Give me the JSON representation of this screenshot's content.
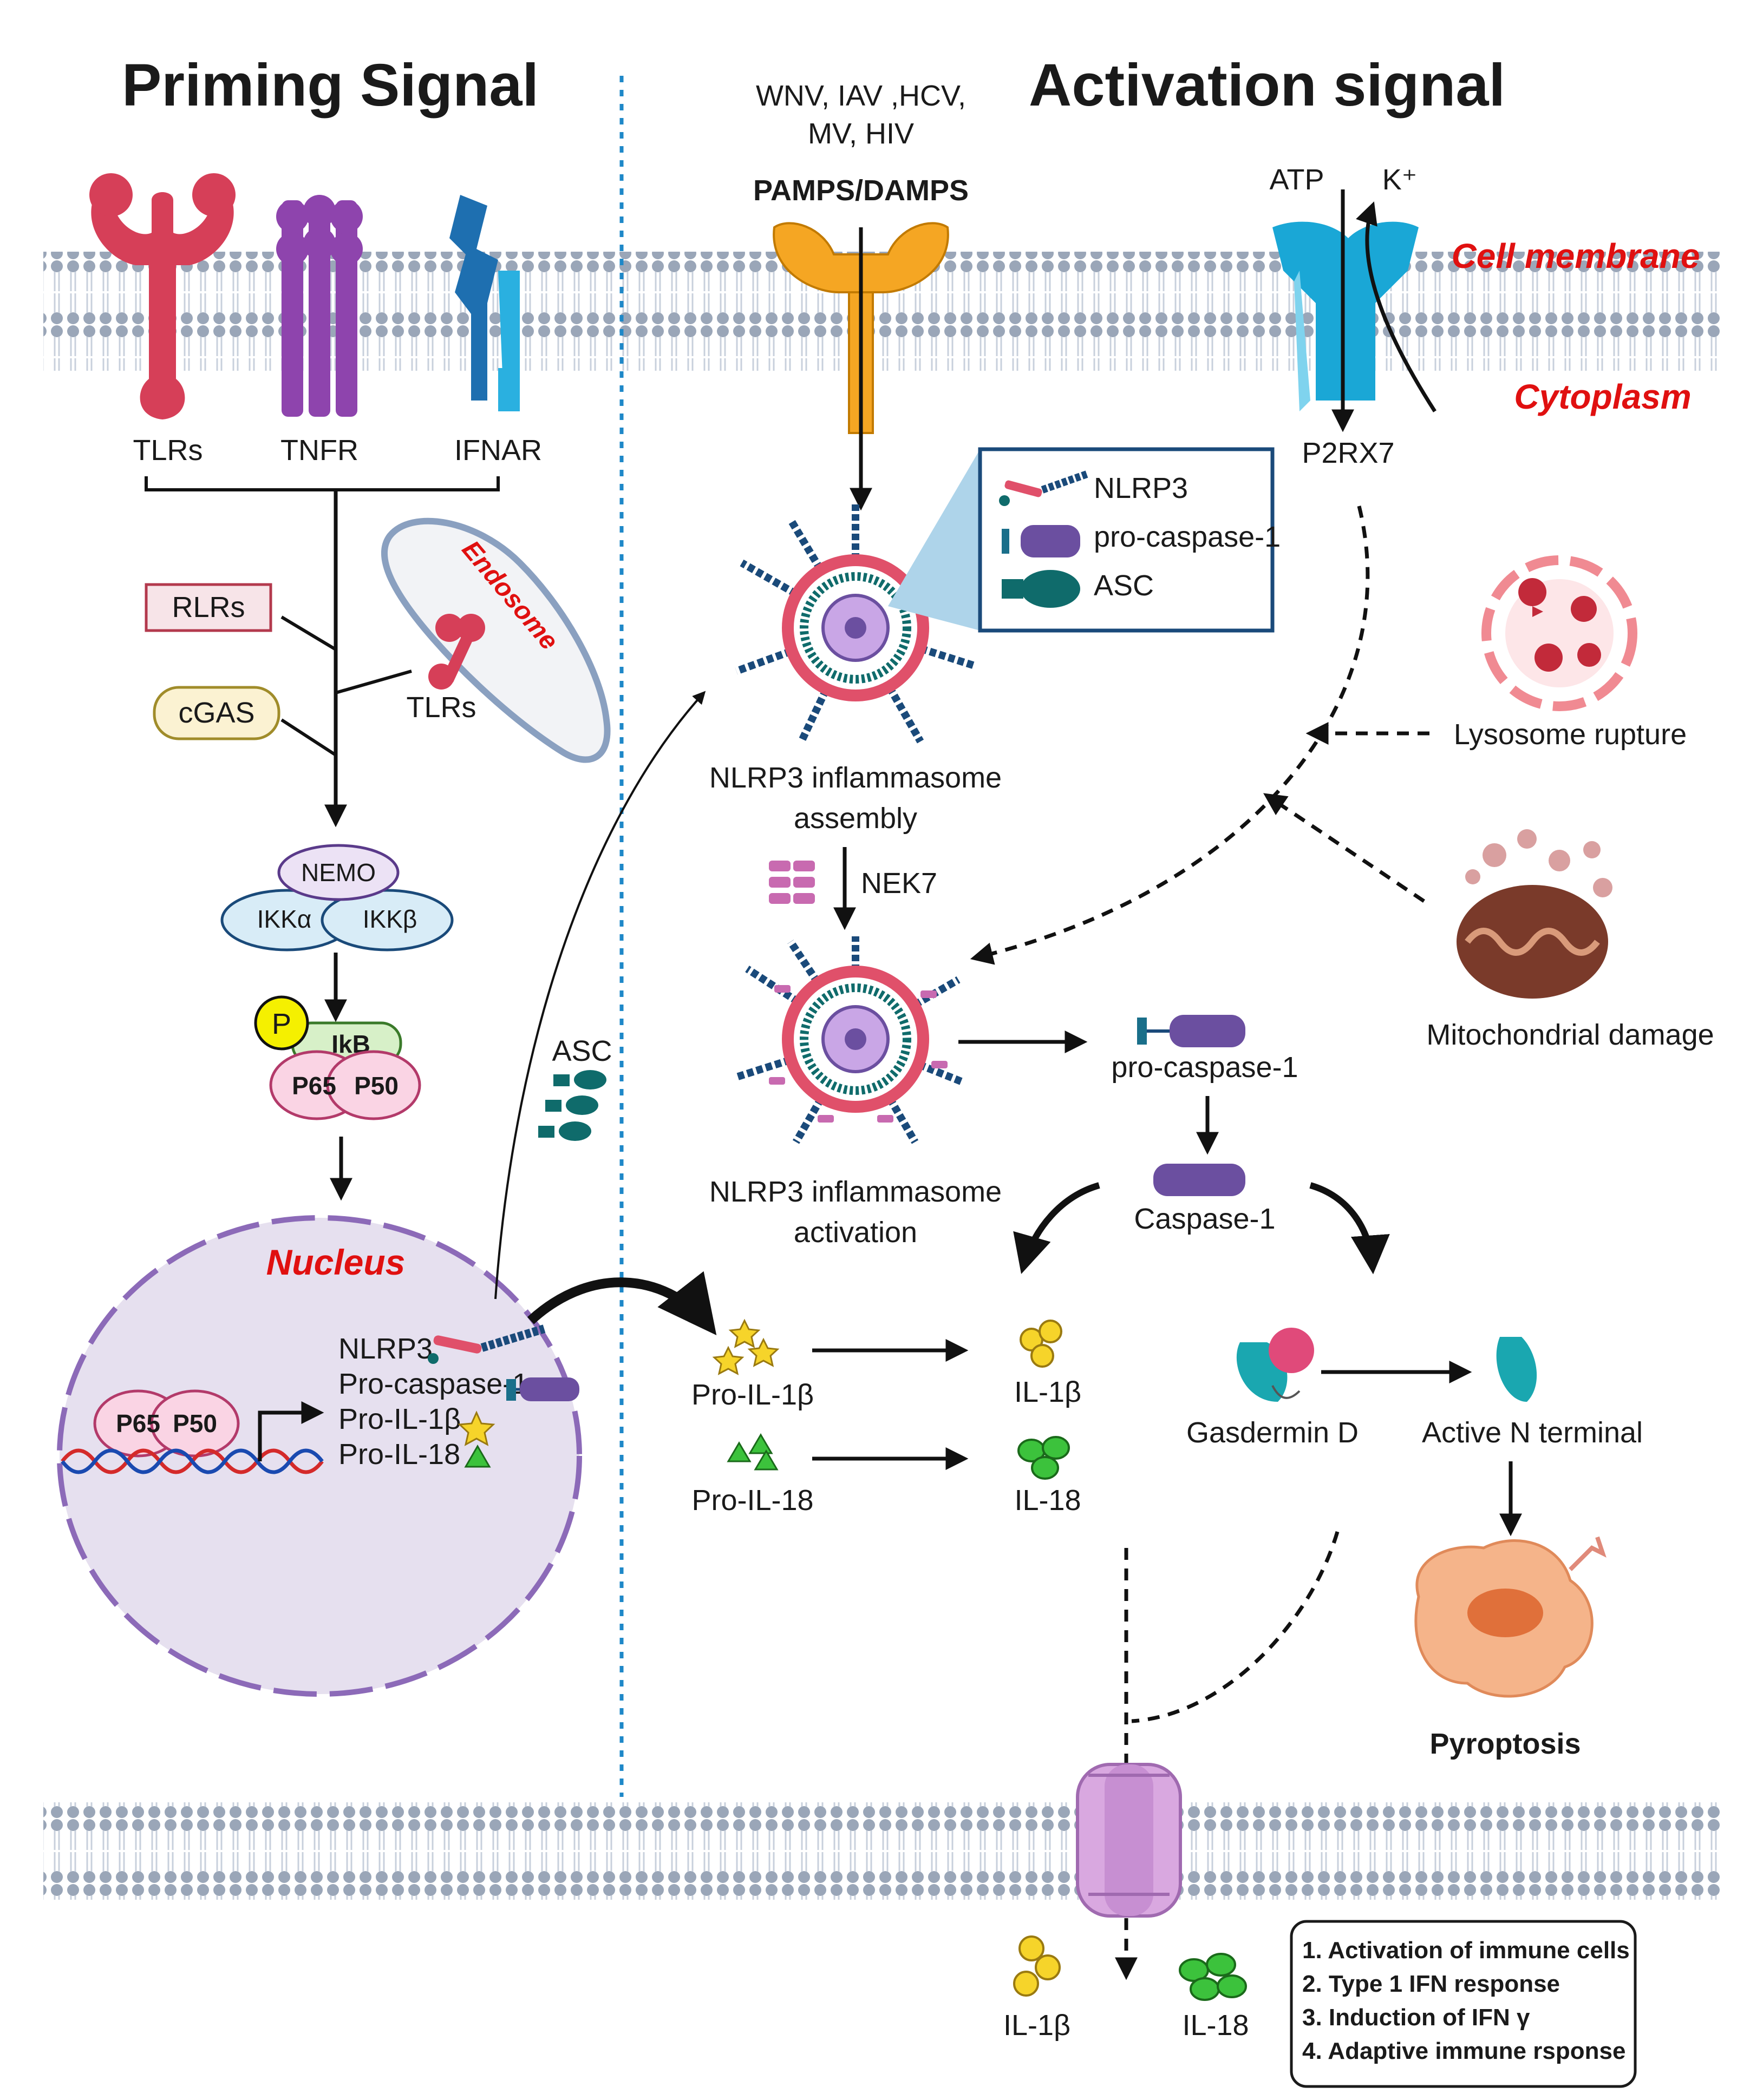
{
  "titles": {
    "priming": "Priming Signal",
    "activation": "Activation signal"
  },
  "membrane": {
    "cell_membrane": "Cell membrane",
    "cytoplasm": "Cytoplasm"
  },
  "receptors": {
    "tlrs": "TLRs",
    "tnfr": "TNFR",
    "ifnar": "IFNAR",
    "p2rx7": "P2RX7"
  },
  "viruses": {
    "line1": "WNV, IAV ,HCV,",
    "line2": "MV, HIV"
  },
  "pamps": "PAMPS/DAMPS",
  "atp": "ATP",
  "k_plus": "K⁺",
  "sensors": {
    "rlrs": "RLRs",
    "cgas": "cGAS"
  },
  "endosome": {
    "label": "Endosome",
    "tlrs": "TLRs"
  },
  "ikk": {
    "nemo": "NEMO",
    "ikka": "IKKα",
    "ikkb": "IKKβ"
  },
  "nfkb": {
    "p": "P",
    "ikb": "IkB",
    "p65": "P65",
    "p50": "P50"
  },
  "nucleus": {
    "label": "Nucleus",
    "p65": "P65",
    "p50": "P50",
    "genes": [
      "NLRP3",
      "Pro-caspase-1",
      "Pro-IL-1β",
      "Pro-IL-18"
    ]
  },
  "legend": {
    "nlrp3": "NLRP3",
    "procasp": "pro-caspase-1",
    "asc": "ASC"
  },
  "asc_free": "ASC",
  "assembly": {
    "line1": "NLRP3 inflammasome",
    "line2": "assembly"
  },
  "nek7": "NEK7",
  "activation_label": {
    "line1": "NLRP3 inflammasome",
    "line2": "activation"
  },
  "procaspase": "pro-caspase-1",
  "caspase": "Caspase-1",
  "lysosome": "Lysosome rupture",
  "mito": "Mitochondrial damage",
  "cytokines": {
    "pro_il1b": "Pro-IL-1β",
    "pro_il18": "Pro-IL-18",
    "il1b": "IL-1β",
    "il18": "IL-18"
  },
  "gsdmd": "Gasdermin D",
  "nterm": "Active N terminal",
  "pyroptosis": "Pyroptosis",
  "released": {
    "il1b": "IL-1β",
    "il18": "IL-18"
  },
  "outcomes": [
    "1. Activation of immune cells",
    "2. Type 1 IFN response",
    "3. Induction of IFN γ",
    "4. Adaptive immune rsponse"
  ],
  "colors": {
    "tlr": "#d63f58",
    "tnfr": "#8e44ad",
    "ifnar": "#1e88c8",
    "pamp": "#f5a623",
    "p2rx7": "#1aa7d6",
    "membrane": "#9aa6b8",
    "nlrp3": "#e0506a",
    "asc": "#0f6b6b",
    "casp": "#6b4fa0",
    "nucleus": "#e6e0ef",
    "red_label": "#e01010"
  }
}
